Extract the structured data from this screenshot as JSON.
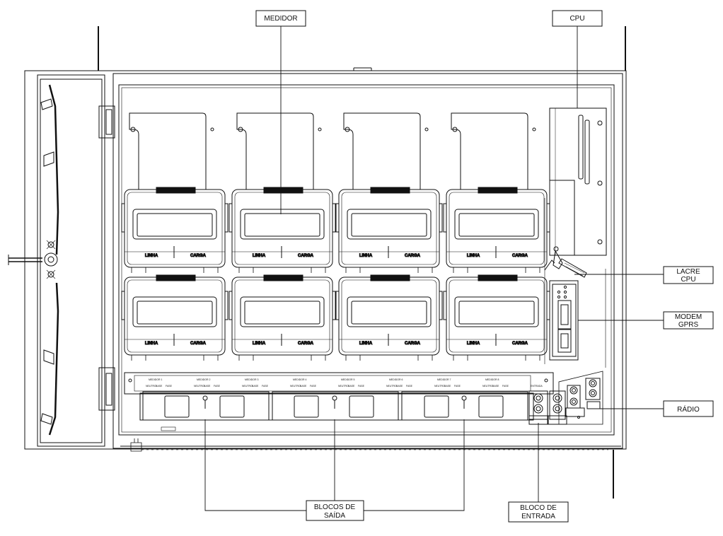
{
  "callouts": {
    "medidor": "MEDIDOR",
    "cpu": "CPU",
    "lacre_cpu": [
      "LACRE",
      "CPU"
    ],
    "modem_gprs": [
      "MODEM",
      "GPRS"
    ],
    "radio": "RÁDIO",
    "blocos_saida": [
      "BLOCOS DE",
      "SAÍDA"
    ],
    "bloco_entrada": [
      "BLOCO DE",
      "ENTRADA"
    ]
  },
  "meter_labels": {
    "left": "LINHA",
    "right": "CARGA"
  },
  "terminal_strip": {
    "meter_tags": [
      "MEDIDOR 1",
      "MEDIDOR 2",
      "MEDIDOR 3",
      "MEDIDOR 4",
      "MEDIDOR 5",
      "MEDIDOR 6",
      "MEDIDOR 7",
      "MEDIDOR 8"
    ],
    "sub_tags": [
      "NEUTRO",
      "BASE",
      "FASE"
    ],
    "entrada_tag": "ENTRADA"
  },
  "meters_per_row": 4,
  "meter_rows": 2,
  "colors": {
    "line": "#111111",
    "background": "#ffffff"
  }
}
